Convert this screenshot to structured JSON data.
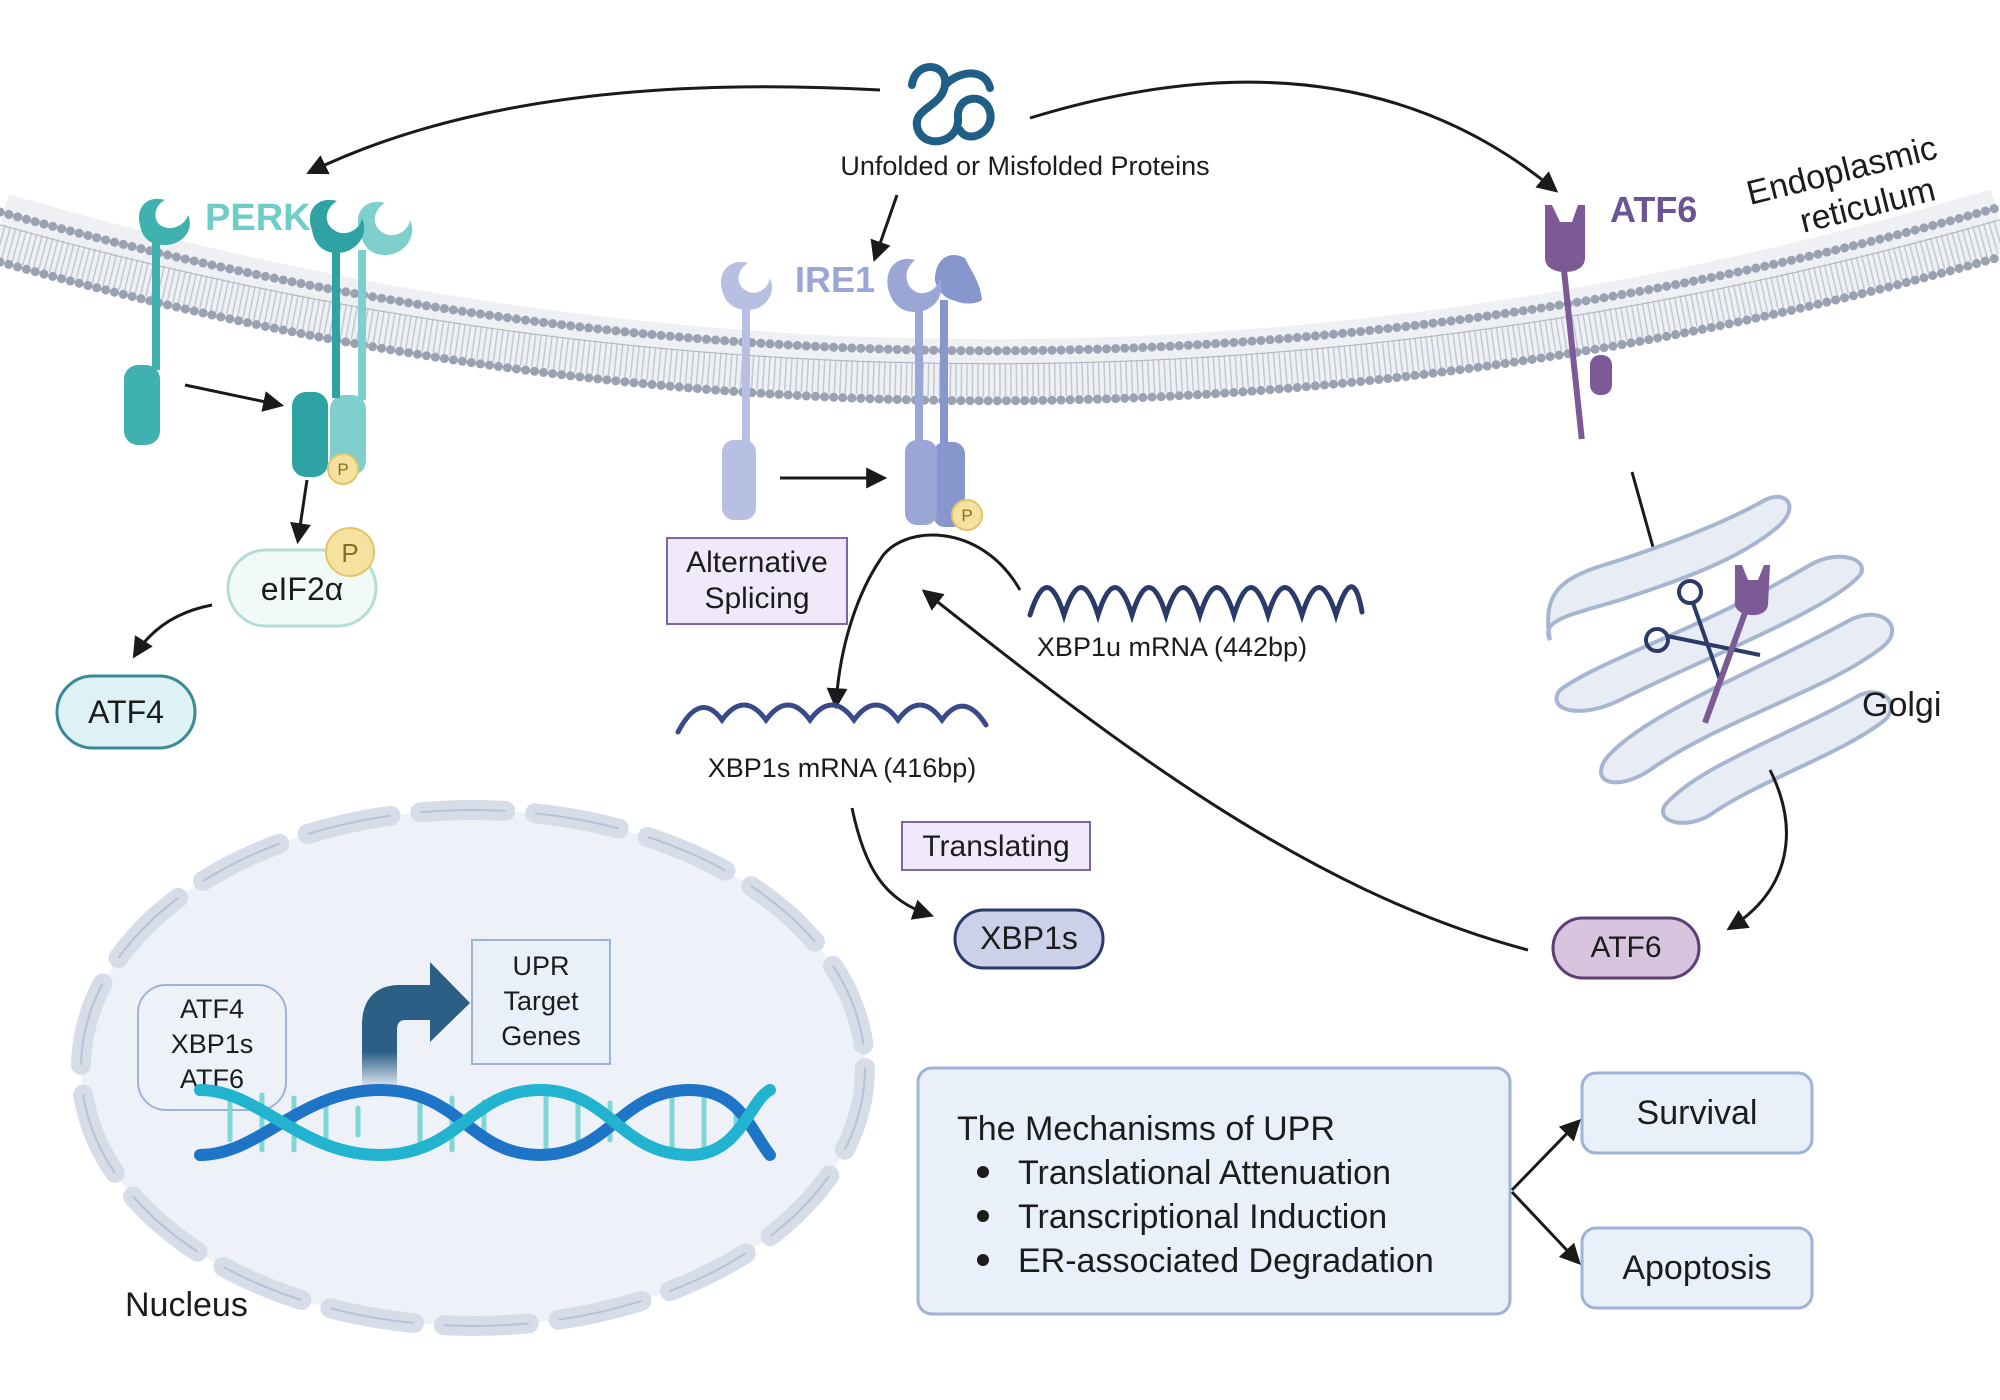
{
  "top": {
    "protein_label": "Unfolded or Misfolded Proteins"
  },
  "membrane": {
    "er_label_line1": "Endoplasmic",
    "er_label_line2": "reticulum"
  },
  "perk": {
    "name": "PERK",
    "phospho": "P",
    "eif2a": "eIF2α",
    "eif2a_phospho": "P",
    "atf4": "ATF4"
  },
  "ire1": {
    "name": "IRE1",
    "phospho": "P",
    "alt_splicing_line1": "Alternative",
    "alt_splicing_line2": "Splicing",
    "xbp1u": "XBP1u mRNA (442bp)",
    "xbp1s_mrna": "XBP1s mRNA (416bp)",
    "translating": "Translating",
    "xbp1s": "XBP1s"
  },
  "atf6": {
    "name": "ATF6",
    "golgi": "Golgi",
    "cleaved": "ATF6"
  },
  "nucleus": {
    "label": "Nucleus",
    "tf_line1": "ATF4",
    "tf_line2": "XBP1s",
    "tf_line3": "ATF6",
    "target_line1": "UPR",
    "target_line2": "Target",
    "target_line3": "Genes"
  },
  "mechanisms": {
    "title": "The Mechanisms of UPR",
    "items": [
      "Translational Attenuation",
      "Transcriptional Induction",
      "ER-associated Degradation"
    ],
    "survival": "Survival",
    "apoptosis": "Apoptosis"
  },
  "colors": {
    "perk": "#3fb2b0",
    "ire1": "#9aa6d6",
    "atf6": "#7b5a96",
    "membrane": "#a9b0bd",
    "nucleus_fill": "#eef2f8",
    "box_fill": "#e9f0fa",
    "box_border": "#9fb3d6"
  }
}
